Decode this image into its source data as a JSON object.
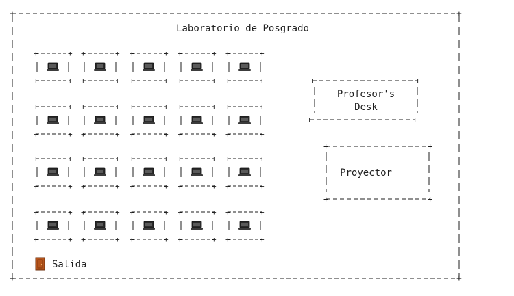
{
  "room": {
    "title": "Laboratorio de Posgrado"
  },
  "workstations": {
    "rows": 4,
    "columns": 5,
    "icon": "laptop-icon"
  },
  "professor_desk": {
    "label_line1": "Profesor's",
    "label_line2": "Desk"
  },
  "projector": {
    "label": "Proyector"
  },
  "exit": {
    "label": "Salida",
    "icon": "door-icon"
  },
  "colors": {
    "ink": "#1f1f1f",
    "laptop_screen": "#2b2b2b",
    "door": "#b5541c"
  }
}
